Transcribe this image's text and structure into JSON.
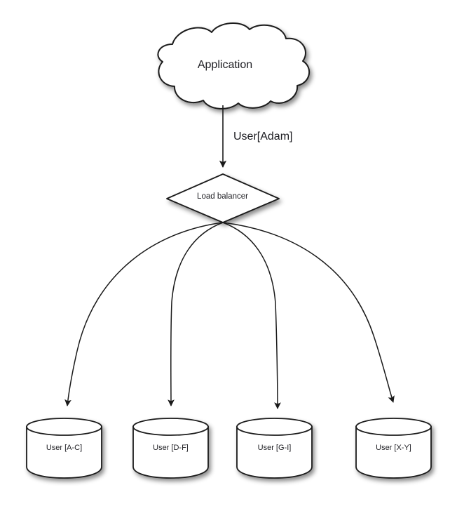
{
  "diagram": {
    "background_color": "#ffffff",
    "stroke_color": "#1a1a1a",
    "text_color": "#1d1d22",
    "shape_fill": "#ffffff",
    "nodes": {
      "application": {
        "label": "Application",
        "shape": "cloud"
      },
      "load_balancer": {
        "label": "Load balancer",
        "shape": "diamond"
      },
      "databases": [
        {
          "label": "User [A-C]",
          "shape": "cylinder"
        },
        {
          "label": "User [D-F]",
          "shape": "cylinder"
        },
        {
          "label": "User [G-I]",
          "shape": "cylinder"
        },
        {
          "label": "User [X-Y]",
          "shape": "cylinder"
        }
      ]
    },
    "edges": [
      {
        "label": "User[Adam]",
        "from": "application",
        "to": "load_balancer"
      },
      {
        "label": "",
        "from": "load_balancer",
        "to": "db1"
      },
      {
        "label": "",
        "from": "load_balancer",
        "to": "db2"
      },
      {
        "label": "",
        "from": "load_balancer",
        "to": "db3"
      },
      {
        "label": "",
        "from": "load_balancer",
        "to": "db4"
      }
    ]
  }
}
